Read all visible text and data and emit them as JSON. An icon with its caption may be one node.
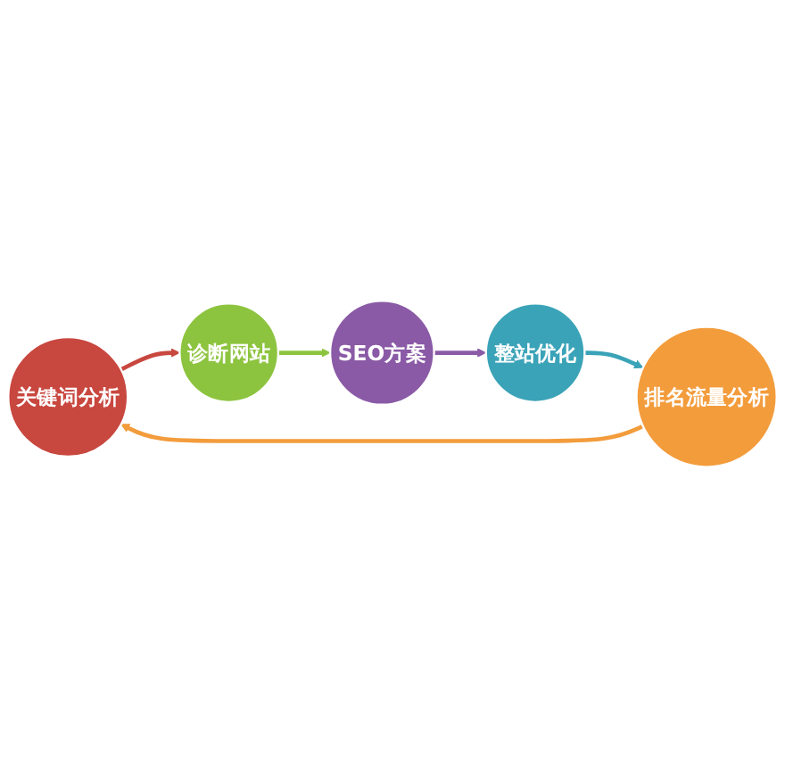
{
  "diagram": {
    "nodes": [
      {
        "text": [
          "关键词分析"
        ]
      },
      {
        "text": [
          "诊断网站"
        ]
      },
      {
        "text": [
          "SEO方案"
        ]
      },
      {
        "text": [
          "整站优化"
        ]
      },
      {
        "text": [
          "排名流量分析"
        ]
      }
    ],
    "edges": [
      {
        "from": 0,
        "to": 1,
        "arrow": "to",
        "color": "#c8473f"
      },
      {
        "from": 1,
        "to": 2,
        "arrow": "to",
        "color": "#8dc43f"
      },
      {
        "from": 2,
        "to": 3,
        "arrow": "to",
        "color": "#8a5aa6"
      },
      {
        "from": 3,
        "to": 4,
        "arrow": "to",
        "color": "#3aa3b8"
      },
      {
        "from": 4,
        "to": 0,
        "arrow": "to",
        "color": "#f39c3c"
      }
    ]
  }
}
